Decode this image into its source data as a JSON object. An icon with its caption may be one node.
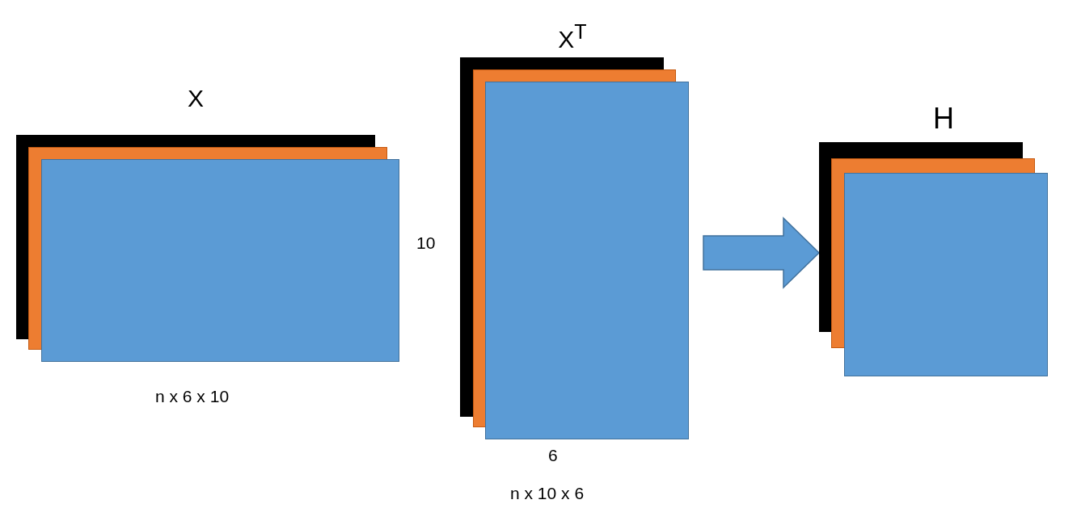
{
  "diagram": {
    "nodes": [
      {
        "text": [
          "X"
        ],
        "beside": [
          "n x 6 x 10"
        ]
      },
      {
        "text": [
          "X$^{T}$"
        ],
        "beside": [
          "n x 10 x 6"
        ]
      },
      {
        "text": [
          "H"
        ]
      }
    ],
    "edges": [
      {
        "from": 1,
        "to": 2,
        "arrow": "to"
      }
    ],
    "labels": [
      "10",
      "6"
    ]
  }
}
